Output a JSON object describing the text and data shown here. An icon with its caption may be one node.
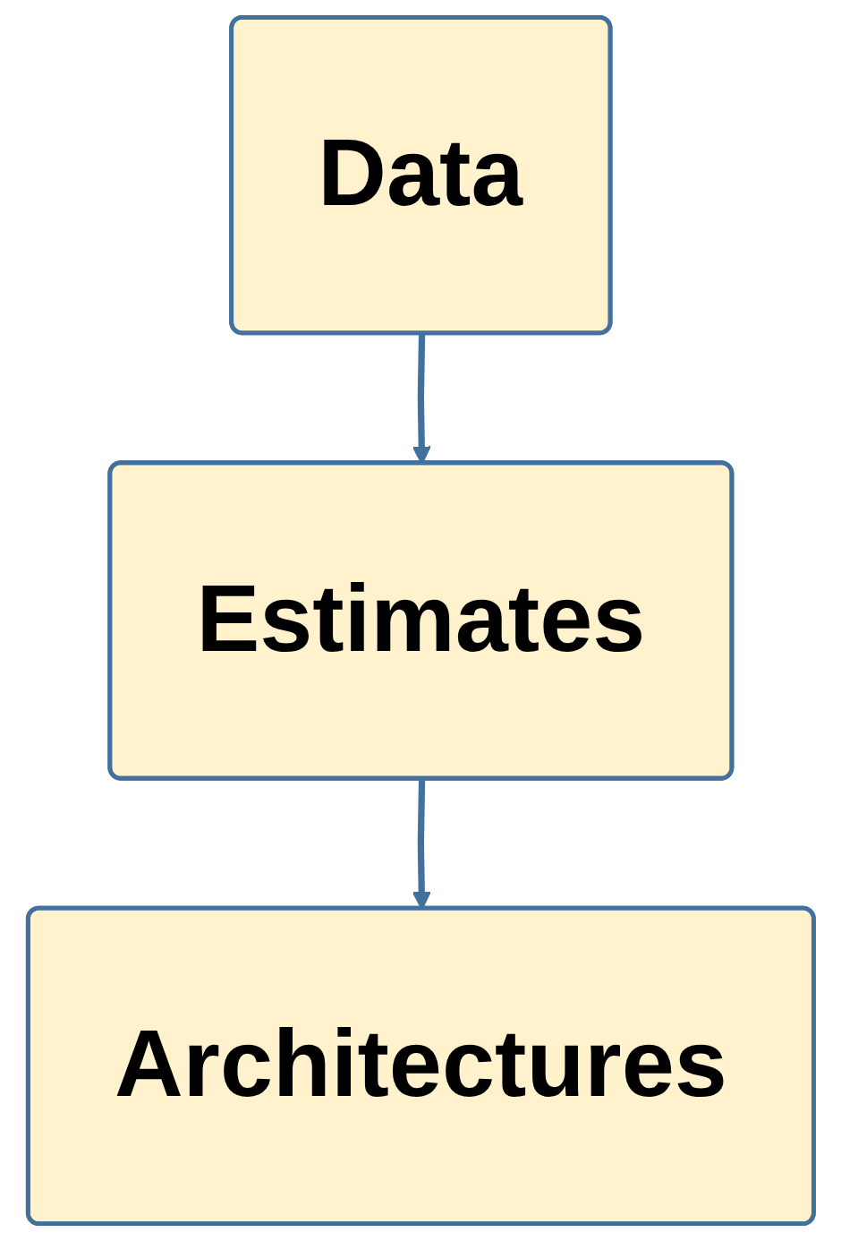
{
  "diagram": {
    "nodes": [
      {
        "text": [
          "Data"
        ]
      },
      {
        "text": [
          "Estimates"
        ]
      },
      {
        "text": [
          "Architectures"
        ]
      }
    ],
    "edges": [
      {
        "from": 0,
        "to": 1,
        "arrow": "to"
      },
      {
        "from": 1,
        "to": 2,
        "arrow": "to"
      }
    ]
  }
}
